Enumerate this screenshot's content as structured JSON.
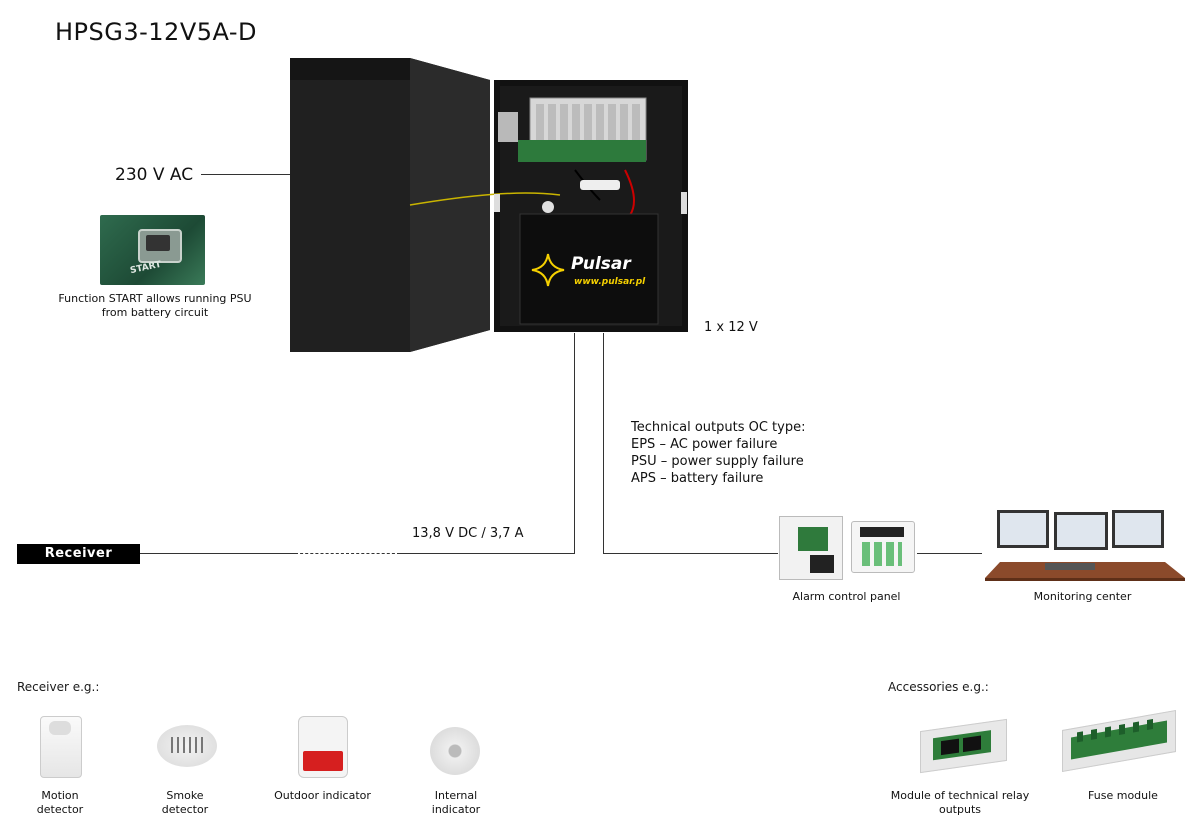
{
  "title": "HPSG3-12V5A-D",
  "input_label": "230 V AC",
  "start_caption_line1": "Function START allows running PSU",
  "start_caption_line2": "from battery circuit",
  "start_button_text": "START",
  "battery_label": "1 x 12 V",
  "logo": {
    "brand": "Pulsar",
    "url": "www.pulsar.pl"
  },
  "technical_outputs": {
    "heading": "Technical outputs OC type:",
    "items": [
      "EPS – AC power failure",
      "PSU – power supply failure",
      "APS – battery failure"
    ]
  },
  "output_label": "13,8 V DC / 3,7 A",
  "receiver_box": "Receiver",
  "alarm_panel_caption": "Alarm control panel",
  "monitoring_caption": "Monitoring center",
  "receiver_eg_heading": "Receiver e.g.:",
  "receivers": [
    {
      "line1": "Motion",
      "line2": "detector"
    },
    {
      "line1": "Smoke",
      "line2": "detector"
    },
    {
      "line1": "Outdoor indicator",
      "line2": ""
    },
    {
      "line1": "Internal",
      "line2": "indicator"
    }
  ],
  "accessories_heading": "Accessories e.g.:",
  "accessories": [
    {
      "line1": "Module of technical relay",
      "line2": "outputs"
    },
    {
      "line1": "Fuse module",
      "line2": ""
    }
  ],
  "colors": {
    "enclosure": "#1c1c1c",
    "logo_yellow": "#f5d000",
    "desk": "#8b4a2b"
  }
}
